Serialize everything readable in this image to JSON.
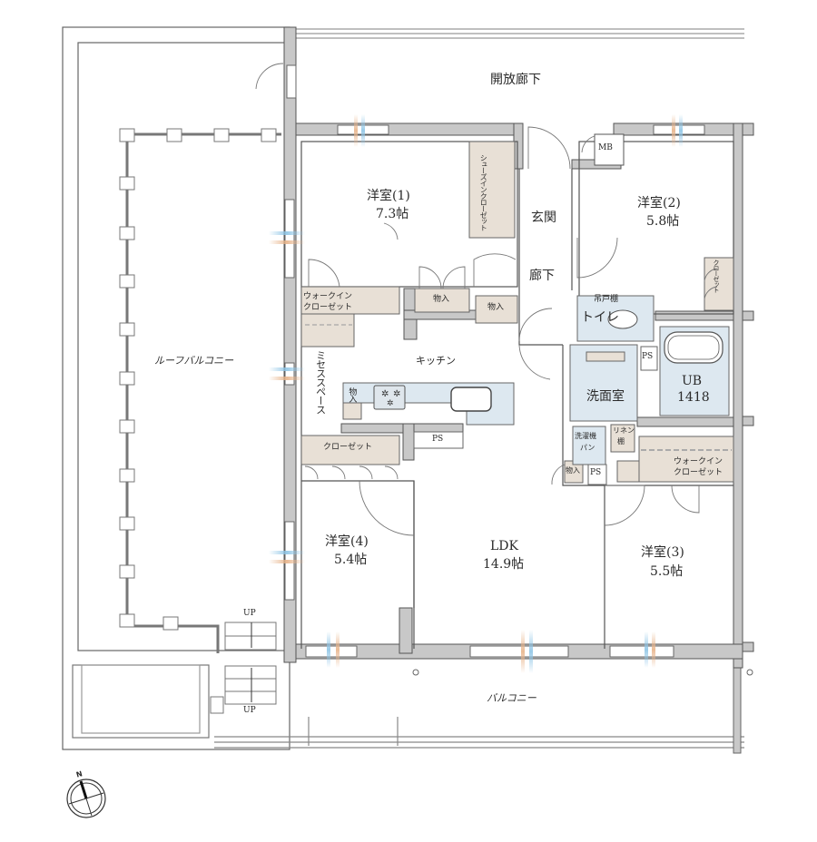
{
  "plan": {
    "colors": {
      "wall": "#c8c8c8",
      "wall_stroke": "#555555",
      "storage": "#e8e0d6",
      "wet_area": "#dde8f0",
      "kitchen_counter": "#dde8f0",
      "airflow_blue": "#8ec5e6",
      "airflow_orange": "#e8b48a"
    },
    "outdoor": {
      "open_corridor": "開放廊下",
      "roof_balcony": "ルーフバルコニー",
      "balcony": "バルコニー",
      "stair_up_top": "UP",
      "stair_up_bottom": "UP"
    },
    "rooms": {
      "western1": {
        "name": "洋室(1)",
        "size": "7.3帖"
      },
      "western2": {
        "name": "洋室(2)",
        "size": "5.8帖"
      },
      "western3": {
        "name": "洋室(3)",
        "size": "5.5帖"
      },
      "western4": {
        "name": "洋室(4)",
        "size": "5.4帖"
      },
      "ldk": {
        "name": "LDK",
        "size": "14.9帖"
      },
      "entrance": "玄関",
      "hallway": "廊下",
      "kitchen": "キッチン",
      "toilet": "トイレ",
      "hanging_cabinet": "吊戸棚",
      "washroom": "洗面室",
      "unit_bath": {
        "name": "UB",
        "size": "1418"
      },
      "mrs_space": "ミセススペース",
      "meter_box": "MB"
    },
    "storage": {
      "shoe_closet": "シューズインクローゼット",
      "wic1": [
        "ウォークイン",
        "クローゼット"
      ],
      "wic3": [
        "ウォークイン",
        "クローゼット"
      ],
      "closet2": "クローゼット",
      "closet4": "クローゼット",
      "storeroom": "物入",
      "linen": [
        "リネン",
        "棚"
      ],
      "washer_pan": [
        "洗濯機",
        "パン"
      ],
      "pipe_space": "PS"
    },
    "compass": {
      "north": "N"
    }
  }
}
